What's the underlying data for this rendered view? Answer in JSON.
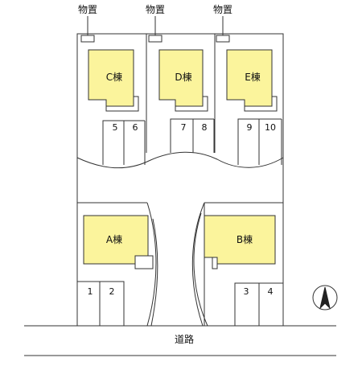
{
  "storage_labels": [
    "物置",
    "物置",
    "物置"
  ],
  "buildings": {
    "a": "A棟",
    "b": "B棟",
    "c": "C棟",
    "d": "D棟",
    "e": "E棟"
  },
  "parking_numbers": [
    "1",
    "2",
    "3",
    "4",
    "5",
    "6",
    "7",
    "8",
    "9",
    "10"
  ],
  "road_label": "道路",
  "colors": {
    "building_fill": "#fbf49c",
    "line": "#333333",
    "background": "#ffffff"
  },
  "icons": {
    "north_arrow": "compass-north-arrow-icon"
  }
}
